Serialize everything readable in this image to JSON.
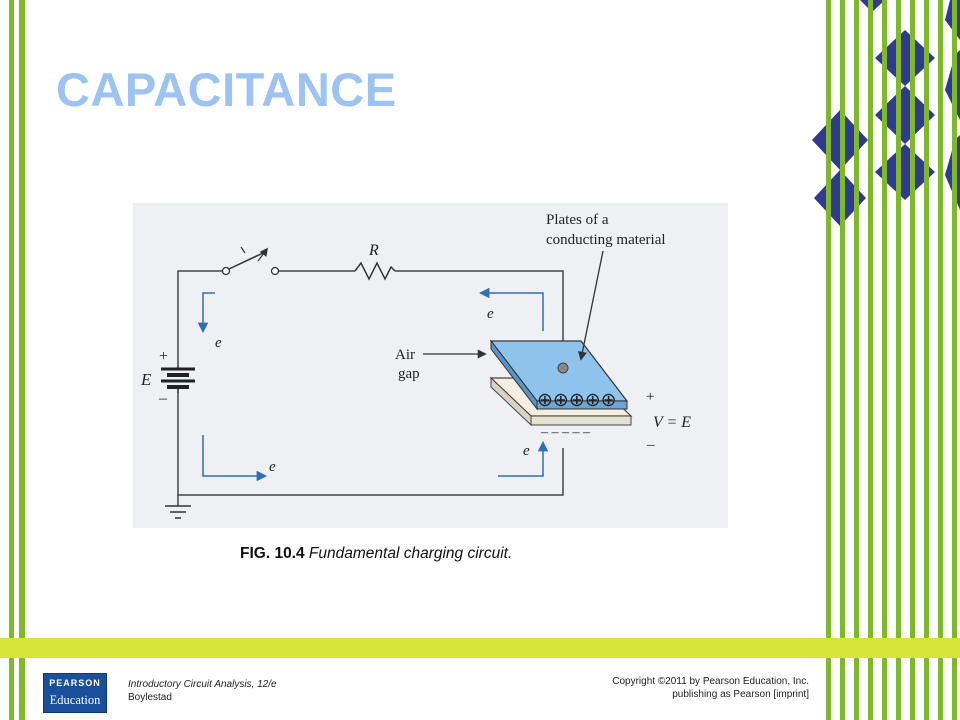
{
  "slide": {
    "title": "CAPACITANCE",
    "caption": {
      "fig_label": "FIG. 10.4",
      "text": " Fundamental charging circuit."
    },
    "footer": {
      "book_title": "Introductory Circuit Analysis, 12/e",
      "author": "Boylestad",
      "copyright_line1": "Copyright ©2011 by Pearson Education, Inc.",
      "copyright_line2": "publishing as Pearson [imprint]",
      "logo_line1": "PEARSON",
      "logo_line2": "Education"
    }
  },
  "diagram": {
    "labels": {
      "resistor": "R",
      "source": "E",
      "source_plus": "+",
      "source_minus": "–",
      "electron": "e",
      "plates_line1": "Plates of a",
      "plates_line2": "conducting material",
      "air_line1": "Air",
      "air_line2": "gap",
      "voltage": "V = E",
      "voltage_plus": "+",
      "voltage_minus": "–",
      "positive_charges": "⊕⊕⊕⊕⊕",
      "negative_charges": "– – – – –"
    }
  },
  "colors": {
    "title": "#9cc3f2",
    "stripe_green": "#7fb82a",
    "diamond_navy": "#2e3b8f",
    "footer_band": "#d7e53a",
    "arrow_blue": "#2f6db5",
    "top_plate": "#8fc3ec"
  }
}
